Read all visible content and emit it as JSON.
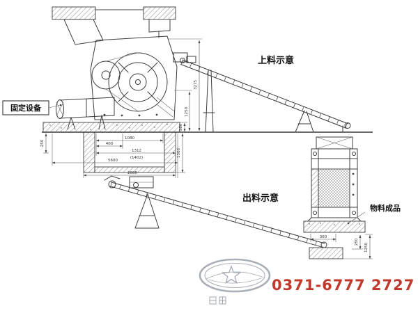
{
  "labels": {
    "fixed_equipment": "固定设备",
    "feeding": "上料示意",
    "discharging": "出料示意",
    "product": "物料成品"
  },
  "dims": {
    "pit_inner": "1080",
    "pit_small": "400",
    "pit_mid": "1312",
    "pit_mid_alt": "(1402)",
    "total_width": "5600",
    "pit_total": "2600",
    "depth_left": "250",
    "pit_depth": "1300",
    "h_small": "380",
    "h_mid": "1250",
    "h_tall": "3275",
    "out_width": "360",
    "out_h_small": "250",
    "out_h": "1250"
  },
  "footer": {
    "phone": "0371-6777 2727"
  },
  "colors": {
    "line": "#3c3c3c",
    "accent_red": "#c0392b",
    "watermark": "#9aa2ab"
  }
}
